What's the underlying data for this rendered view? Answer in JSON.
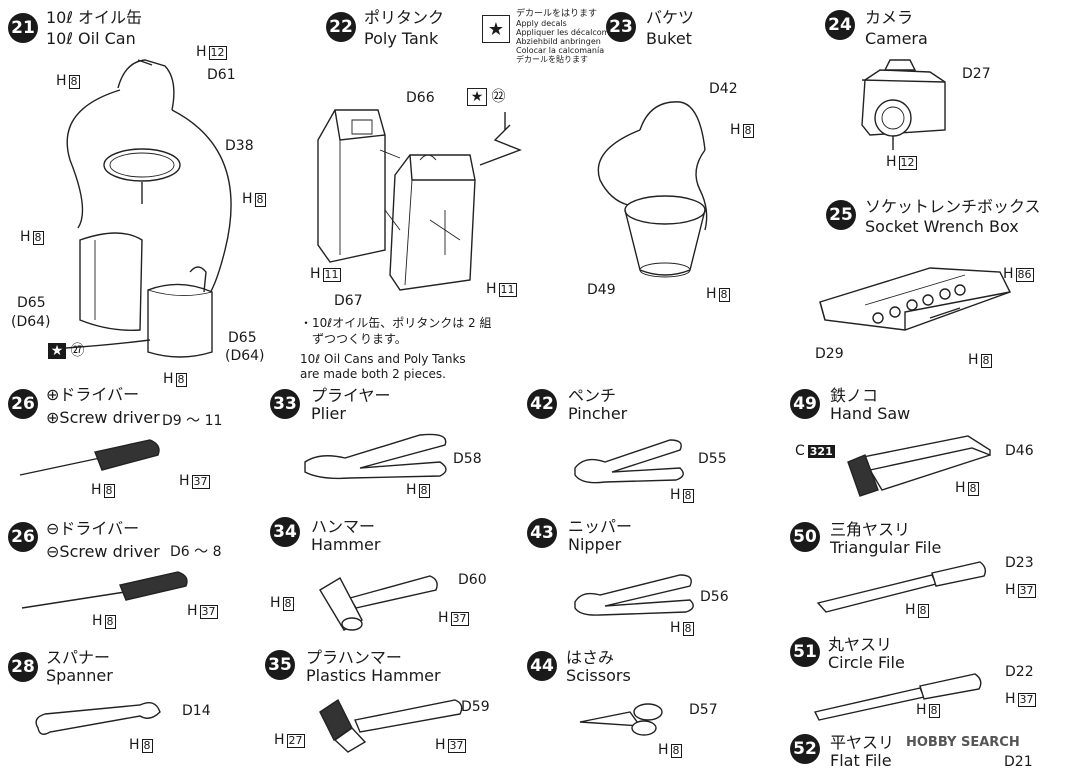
{
  "items": [
    {
      "id": "21",
      "jp": "10ℓ オイル缶",
      "en": "10ℓ Oil Can"
    },
    {
      "id": "22",
      "jp": "ポリタンク",
      "en": "Poly Tank"
    },
    {
      "id": "23",
      "jp": "バケツ",
      "en": "Buket"
    },
    {
      "id": "24",
      "jp": "カメラ",
      "en": "Camera"
    },
    {
      "id": "25",
      "jp": "ソケットレンチボックス",
      "en": "Socket Wrench Box"
    },
    {
      "id": "26",
      "jp": "⊕ドライバー",
      "en": "⊕Screw driver"
    },
    {
      "id": "26",
      "jp": "⊖ドライバー",
      "en": "⊖Screw driver"
    },
    {
      "id": "28",
      "jp": "スパナー",
      "en": "Spanner"
    },
    {
      "id": "33",
      "jp": "プライヤー",
      "en": "Plier"
    },
    {
      "id": "34",
      "jp": "ハンマー",
      "en": "Hammer"
    },
    {
      "id": "35",
      "jp": "プラハンマー",
      "en": "Plastics Hammer"
    },
    {
      "id": "42",
      "jp": "ペンチ",
      "en": "Pincher"
    },
    {
      "id": "43",
      "jp": "ニッパー",
      "en": "Nipper"
    },
    {
      "id": "44",
      "jp": "はさみ",
      "en": "Scissors"
    },
    {
      "id": "49",
      "jp": "鉄ノコ",
      "en": "Hand Saw"
    },
    {
      "id": "50",
      "jp": "三角ヤスリ",
      "en": "Triangular File"
    },
    {
      "id": "51",
      "jp": "丸ヤスリ",
      "en": "Circle File"
    },
    {
      "id": "52",
      "jp": "平ヤスリ",
      "en": "Flat File"
    }
  ],
  "parts": {
    "H": "H",
    "C": "C",
    "n8": "8",
    "n11": "11",
    "n12": "12",
    "n27": "27",
    "n37": "37",
    "n86": "86",
    "n321": "321",
    "D61": "D61",
    "D38": "D38",
    "D65": "D65",
    "D64p": "(D64)",
    "D66": "D66",
    "D67": "D67",
    "D42": "D42",
    "D49": "D49",
    "D27": "D27",
    "D29": "D29",
    "D9_11": "D9 ～ 11",
    "D6_8": "D6 ～ 8",
    "D14": "D14",
    "D58": "D58",
    "D60": "D60",
    "D59": "D59",
    "D55": "D55",
    "D56": "D56",
    "D57": "D57",
    "D46": "D46",
    "D23": "D23",
    "D22": "D22",
    "D21": "D21",
    "marker27": "㉗",
    "marker22": "㉒"
  },
  "notes": {
    "jp_line1": "・10ℓオイル缶、ポリタンクは 2 組",
    "jp_line2": "　ずつつくります。",
    "en_line1": "10ℓ Oil Cans and Poly Tanks",
    "en_line2": "are made both 2 pieces.",
    "decal_jp": "デカールをはります",
    "decal_en1": "Apply decals",
    "decal_en2": "Appliquer les décalcomanies",
    "decal_en3": "Abziehbild anbringen",
    "decal_en4": "Colocar la calcomanía",
    "decal_en5": "デカールを貼ります"
  },
  "watermark": "HOBBY SEARCH"
}
